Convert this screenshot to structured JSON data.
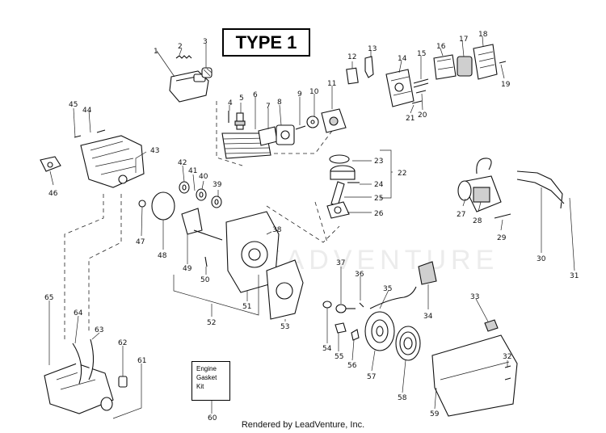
{
  "diagram_title": "TYPE 1",
  "kit_box": {
    "line1": "Engine",
    "line2": "Gasket",
    "line3": "Kit"
  },
  "footer": "Rendered by LeadVenture, Inc.",
  "watermark_text": "LEADVENTURE",
  "callouts": {
    "c1": "1",
    "c2": "2",
    "c3": "3",
    "c4": "4",
    "c5": "5",
    "c6": "6",
    "c7": "7",
    "c8": "8",
    "c9": "9",
    "c10": "10",
    "c11": "11",
    "c12": "12",
    "c13": "13",
    "c14": "14",
    "c15": "15",
    "c16": "16",
    "c17": "17",
    "c18": "18",
    "c19": "19",
    "c20": "20",
    "c21": "21",
    "c22": "22",
    "c23": "23",
    "c24": "24",
    "c25": "25",
    "c26": "26",
    "c27": "27",
    "c28": "28",
    "c29": "29",
    "c30": "30",
    "c31": "31",
    "c32": "32",
    "c33": "33",
    "c34": "34",
    "c35": "35",
    "c36": "36",
    "c37": "37",
    "c38": "38",
    "c39": "39",
    "c40": "40",
    "c41": "41",
    "c42": "42",
    "c43": "43",
    "c44": "44",
    "c45": "45",
    "c46": "46",
    "c47": "47",
    "c48": "48",
    "c49": "49",
    "c50": "50",
    "c51": "51",
    "c52": "52",
    "c53": "53",
    "c54": "54",
    "c55": "55",
    "c56": "56",
    "c57": "57",
    "c58": "58",
    "c59": "59",
    "c60": "60",
    "c61": "61",
    "c62": "62",
    "c63": "63",
    "c64": "64",
    "c65": "65"
  }
}
